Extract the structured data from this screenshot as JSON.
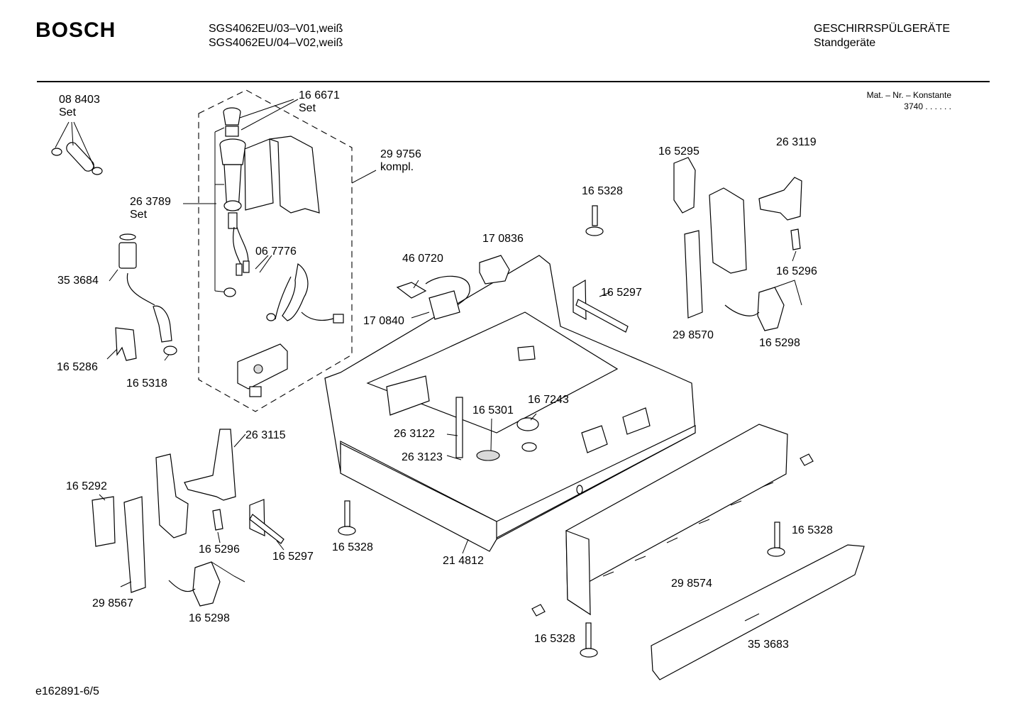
{
  "header": {
    "brand": "BOSCH",
    "models": [
      "SGS4062EU/03–V01,weiß",
      "SGS4062EU/04–V02,weiß"
    ],
    "category": "GESCHIRRSPÜLGERÄTE",
    "subcategory": "Standgeräte",
    "mat_nr_label": "Mat. – Nr. – Konstante",
    "mat_nr_value": "3740  .   .    .  .  .  ."
  },
  "footer": {
    "code": "e162891-6/5"
  },
  "part_labels": [
    {
      "id": "p088403",
      "text": "08 8403",
      "sub": "Set"
    },
    {
      "id": "p166671",
      "text": "16 6671",
      "sub": "Set"
    },
    {
      "id": "p299756",
      "text": "29 9756",
      "sub": "kompl."
    },
    {
      "id": "p263789",
      "text": "26 3789",
      "sub": "Set"
    },
    {
      "id": "p067776",
      "text": "06 7776"
    },
    {
      "id": "p353684",
      "text": "35 3684"
    },
    {
      "id": "p165286",
      "text": "16 5286"
    },
    {
      "id": "p165318",
      "text": "16 5318"
    },
    {
      "id": "p460720",
      "text": "46 0720"
    },
    {
      "id": "p170836",
      "text": "17 0836"
    },
    {
      "id": "p170840",
      "text": "17 0840"
    },
    {
      "id": "p165328a",
      "text": "16 5328"
    },
    {
      "id": "p165297a",
      "text": "16 5297"
    },
    {
      "id": "p165295",
      "text": "16 5295"
    },
    {
      "id": "p263119",
      "text": "26 3119"
    },
    {
      "id": "p165296a",
      "text": "16 5296"
    },
    {
      "id": "p298570",
      "text": "29 8570"
    },
    {
      "id": "p165298a",
      "text": "16 5298"
    },
    {
      "id": "p165301",
      "text": "16 5301"
    },
    {
      "id": "p167243",
      "text": "16 7243"
    },
    {
      "id": "p263122",
      "text": "26 3122"
    },
    {
      "id": "p263123",
      "text": "26 3123"
    },
    {
      "id": "p263115",
      "text": "26 3115"
    },
    {
      "id": "p165292",
      "text": "16 5292"
    },
    {
      "id": "p165296b",
      "text": "16 5296"
    },
    {
      "id": "p165297b",
      "text": "16 5297"
    },
    {
      "id": "p165328b",
      "text": "16 5328"
    },
    {
      "id": "p214812",
      "text": "21 4812"
    },
    {
      "id": "p298567",
      "text": "29 8567"
    },
    {
      "id": "p165298b",
      "text": "16 5298"
    },
    {
      "id": "p165328c",
      "text": "16 5328"
    },
    {
      "id": "p298574",
      "text": "29 8574"
    },
    {
      "id": "p165328d",
      "text": "16 5328"
    },
    {
      "id": "p353683",
      "text": "35 3683"
    }
  ]
}
